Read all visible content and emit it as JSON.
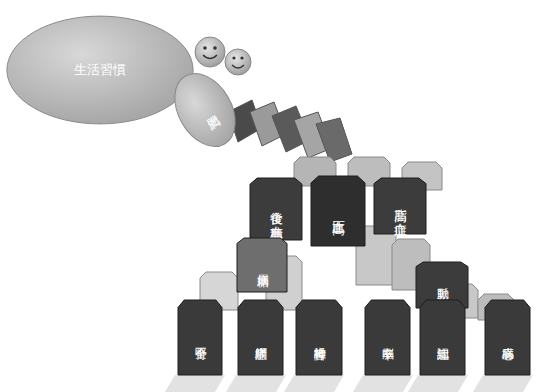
{
  "diagram": {
    "nodes": [
      {
        "text": [
          "生活習慣"
        ]
      },
      {
        "text": [
          "肥満"
        ]
      },
      {
        "text": [
          "食後 高血糖"
        ]
      },
      {
        "text": [
          "高血圧"
        ]
      },
      {
        "text": [
          "高脂 血症"
        ]
      },
      {
        "text": [
          "糖尿病"
        ]
      },
      {
        "text": [
          "動脈 硬化"
        ]
      },
      {
        "text": [
          "腎不全"
        ]
      },
      {
        "text": [
          "網膜症"
        ]
      },
      {
        "text": [
          "神経障害"
        ]
      },
      {
        "text": [
          "脳卒中"
        ]
      },
      {
        "text": [
          "認知症"
        ]
      },
      {
        "text": [
          "心臓病"
        ]
      }
    ]
  }
}
